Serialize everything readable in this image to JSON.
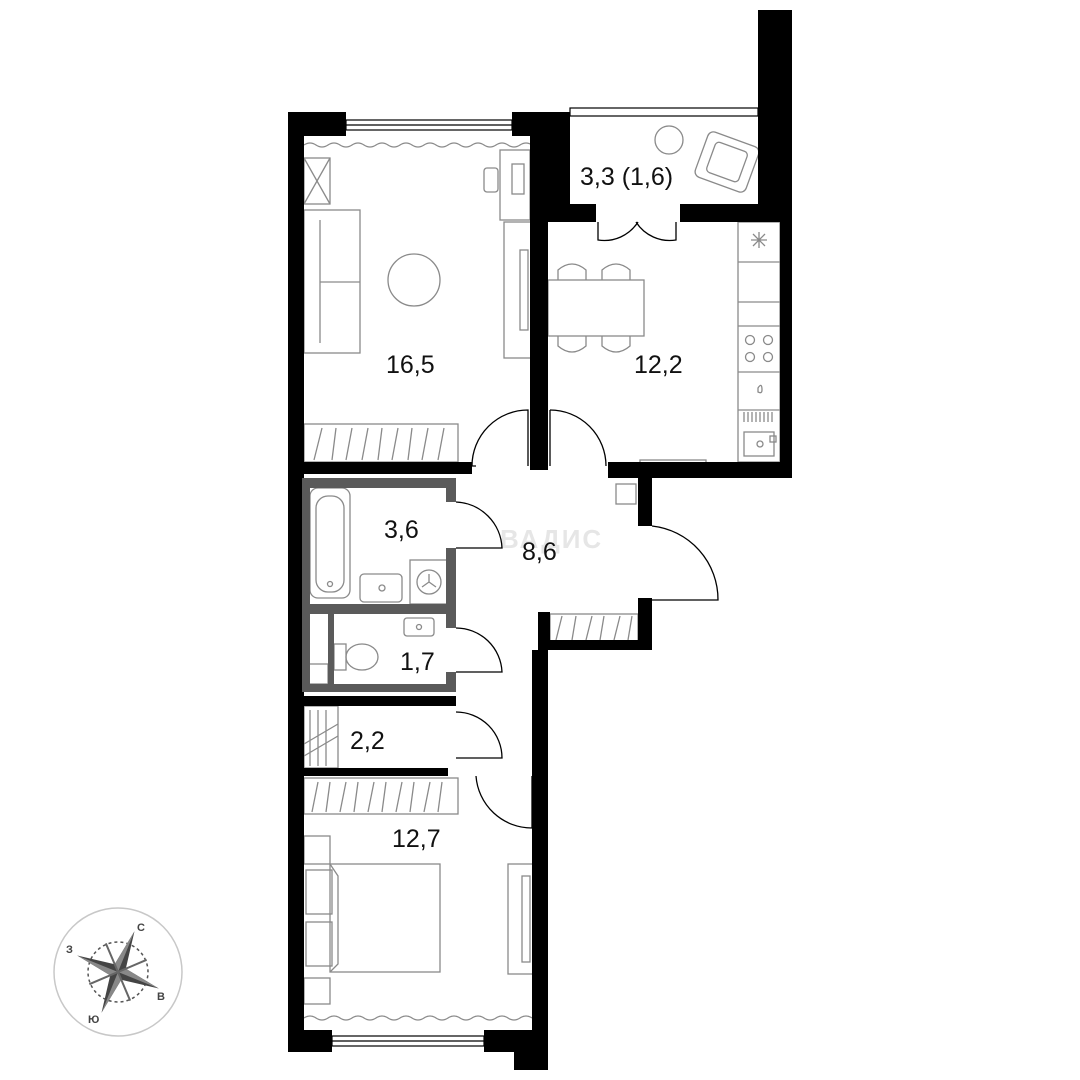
{
  "watermark": "ВАДИС",
  "colors": {
    "wall": "#000000",
    "furniture": "#8a8a8a",
    "furniture_fill": "#ededed",
    "wet_zone_wall": "#5a5a5a"
  },
  "rooms": {
    "living": {
      "area": "16,5"
    },
    "kitchen": {
      "area": "12,2"
    },
    "balcony": {
      "area": "3,3 (1,6)"
    },
    "bathroom": {
      "area": "3,6"
    },
    "hall": {
      "area": "8,6"
    },
    "toilet": {
      "area": "1,7"
    },
    "storage": {
      "area": "2,2"
    },
    "bedroom": {
      "area": "12,7"
    }
  },
  "compass": {
    "north": "С",
    "east": "В",
    "south": "Ю",
    "west": "З",
    "icon": "compass-rose-icon"
  }
}
